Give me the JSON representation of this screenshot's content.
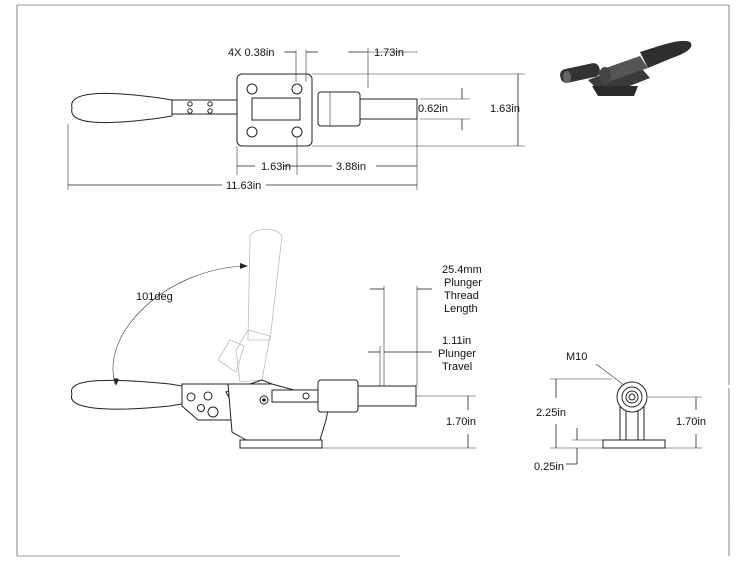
{
  "drawing": {
    "top_view": {
      "holes_label": "4X 0.38in",
      "plunger_offset_label": "1.73in",
      "plunger_dia_label": "0.62in",
      "base_width_label": "1.63in",
      "base_length_label": "1.63in",
      "body_to_tip_label": "3.88in",
      "overall_length_label": "11.63in"
    },
    "side_view": {
      "angle_label": "101deg",
      "thread_label_lines": [
        "25.4mm",
        "Plunger",
        "Thread",
        "Length"
      ],
      "travel_label_lines": [
        "1.11in",
        "Plunger",
        "Travel"
      ],
      "height_label": "1.70in"
    },
    "end_view": {
      "thread_label": "M10",
      "overall_height_label": "2.25in",
      "base_thickness_label": "0.25in",
      "plunger_height_label": "1.70in"
    },
    "colors": {
      "line": "#222222",
      "ghost": "#bbbbbb",
      "iso_body": "#2e2e2e"
    }
  }
}
